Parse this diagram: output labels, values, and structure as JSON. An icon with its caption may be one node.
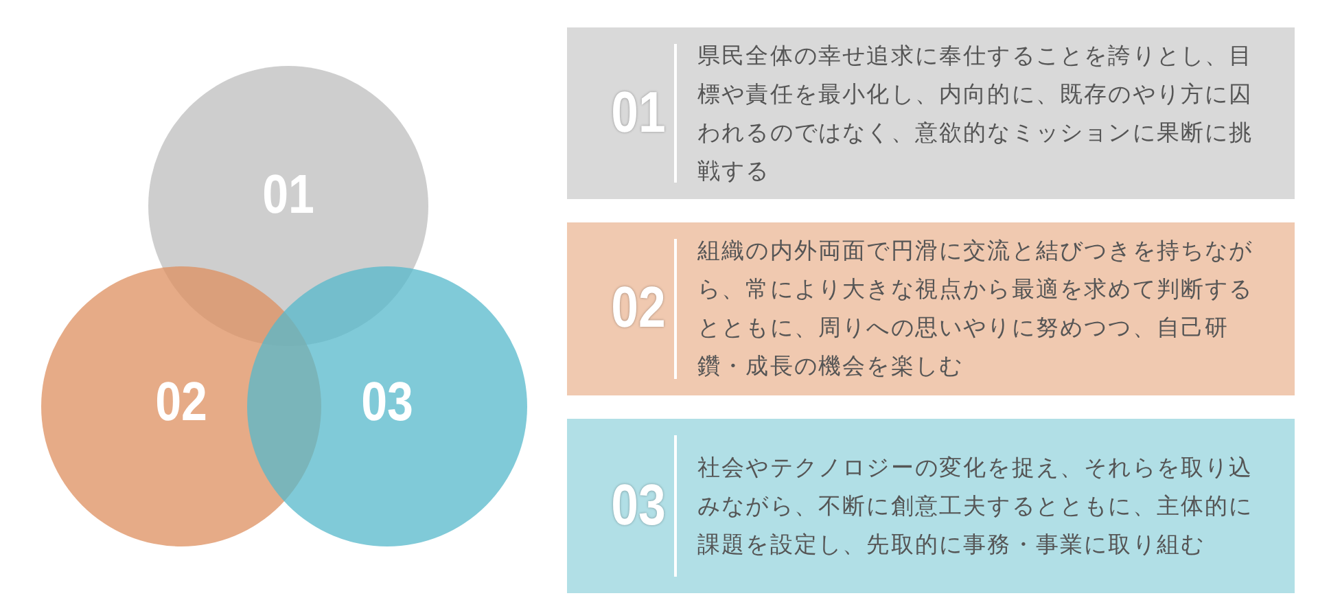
{
  "diagram": {
    "nodes": [
      {
        "text": [
          "01"
        ]
      },
      {
        "text": [
          "02"
        ]
      },
      {
        "text": [
          "03"
        ]
      },
      {
        "text": [
          "01",
          "県民全体の幸せ追求に奉仕することを誇りとし、目標や責任を最小化し、内向的に、既存のやり方に囚われるのではなく、意欲的なミッションに果断に挑戦する"
        ]
      },
      {
        "text": [
          "02",
          "組織の内外両面で円滑に交流と結びつきを持ちながら、常により大きな視点から最適を求めて判断するとともに、周りへの思いやりに努めつつ、自己研鑽・成長の機会を楽しむ"
        ]
      },
      {
        "text": [
          "03",
          "社会やテクノロジーの変化を捉え、それらを取り込みながら、不断に創意工夫するとともに、主体的に課題を設定し、先取的に事務・事業に取り組む"
        ]
      }
    ]
  }
}
